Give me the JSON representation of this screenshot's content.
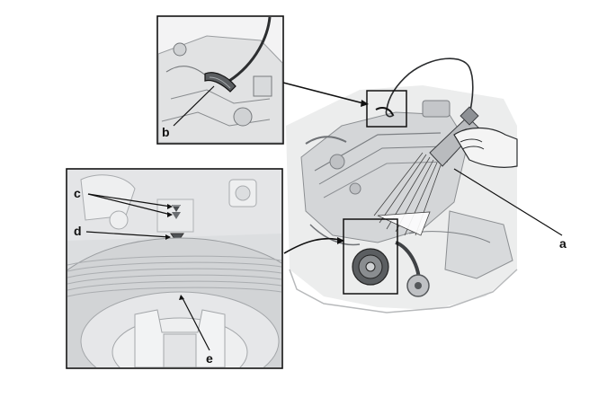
{
  "labels": {
    "a": "a",
    "b": "b",
    "c": "c",
    "d": "d",
    "e": "e"
  },
  "colors": {
    "line": "#111111",
    "engine_gray": "#c9cbcd",
    "light_gray": "#e6e7e8",
    "mid_gray": "#9fa2a5",
    "dark_gray": "#55585b"
  },
  "icons": [
    "timing-light",
    "engine-bay",
    "crank-pulley",
    "timing-marks",
    "spark-plug-wire-clip"
  ]
}
